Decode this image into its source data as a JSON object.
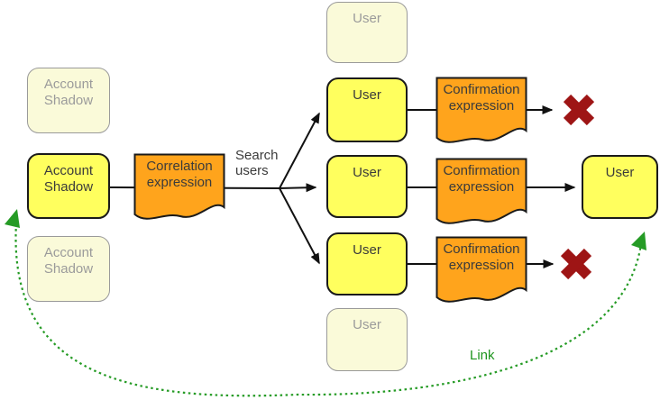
{
  "diagram": {
    "type": "correlation-confirmation-flow",
    "labels": {
      "account_shadow": "Account Shadow",
      "user": "User",
      "correlation_expression": "Correlation expression",
      "confirmation_expression": "Confirmation expression",
      "search_users": "Search users",
      "link": "Link"
    },
    "icons": {
      "reject_icon": "✖"
    },
    "colors": {
      "node_active_fill": "#ffff5e",
      "node_active_border": "#1a1a1a",
      "node_faded_fill": "#fafad9",
      "node_faded_border": "#9a9a9a",
      "doc_fill": "#ffa41c",
      "doc_border": "#1a1a1a",
      "connector_black": "#111111",
      "reject_red": "#9e1515",
      "link_green": "#259b25",
      "text_dark": "#3b3b3b",
      "text_faded": "#9b9b9b"
    }
  }
}
